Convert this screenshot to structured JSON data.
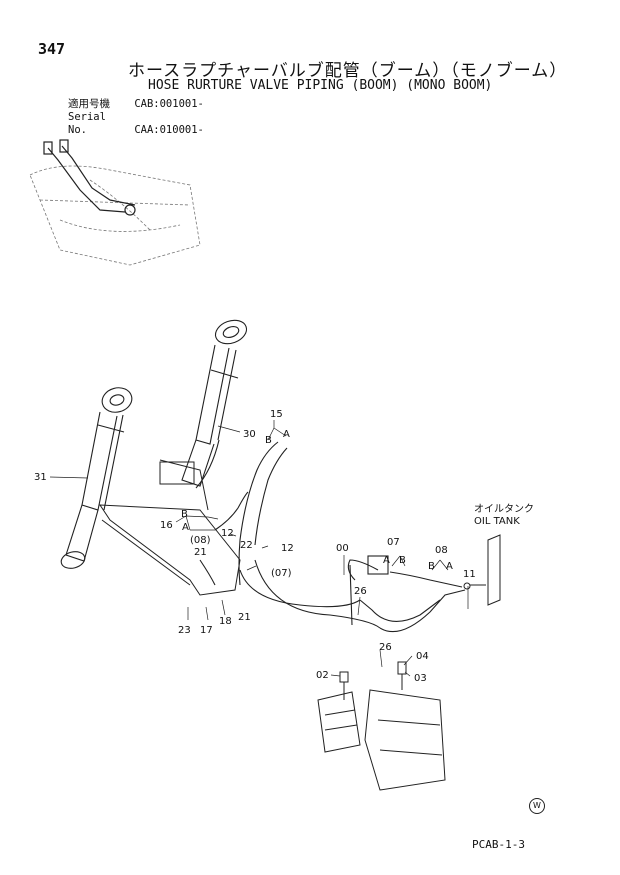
{
  "header": {
    "page_number": "347",
    "title_jp": "ホースラプチャーバルブ配管（ブーム）（モノブーム）",
    "title_en": "HOSE RURTURE VALVE PIPING (BOOM) (MONO BOOM)",
    "serial_rows": [
      {
        "label": "適用号機",
        "value": "CAB:001001-"
      },
      {
        "label": "Serial No.",
        "value": "CAA:010001-"
      }
    ]
  },
  "callouts": {
    "n00": "00",
    "n02": "02",
    "n03": "03",
    "n04": "04",
    "n07": "07",
    "n08": "(08)",
    "n08b": "08",
    "n07b": "(07)",
    "n11": "11",
    "n12a": "12",
    "n12b": "12",
    "n15": "15",
    "n16": "16",
    "n17": "17",
    "n18": "18",
    "n21a": "21",
    "n21b": "21",
    "n22": "22",
    "n23": "23",
    "n26a": "26",
    "n26b": "26",
    "n30": "30",
    "n31": "31",
    "a": "A",
    "b": "B"
  },
  "oil_tank": {
    "jp": "オイルタンク",
    "en": "OIL TANK"
  },
  "footer": {
    "code": "PCAB-1-3",
    "mark": "W"
  }
}
